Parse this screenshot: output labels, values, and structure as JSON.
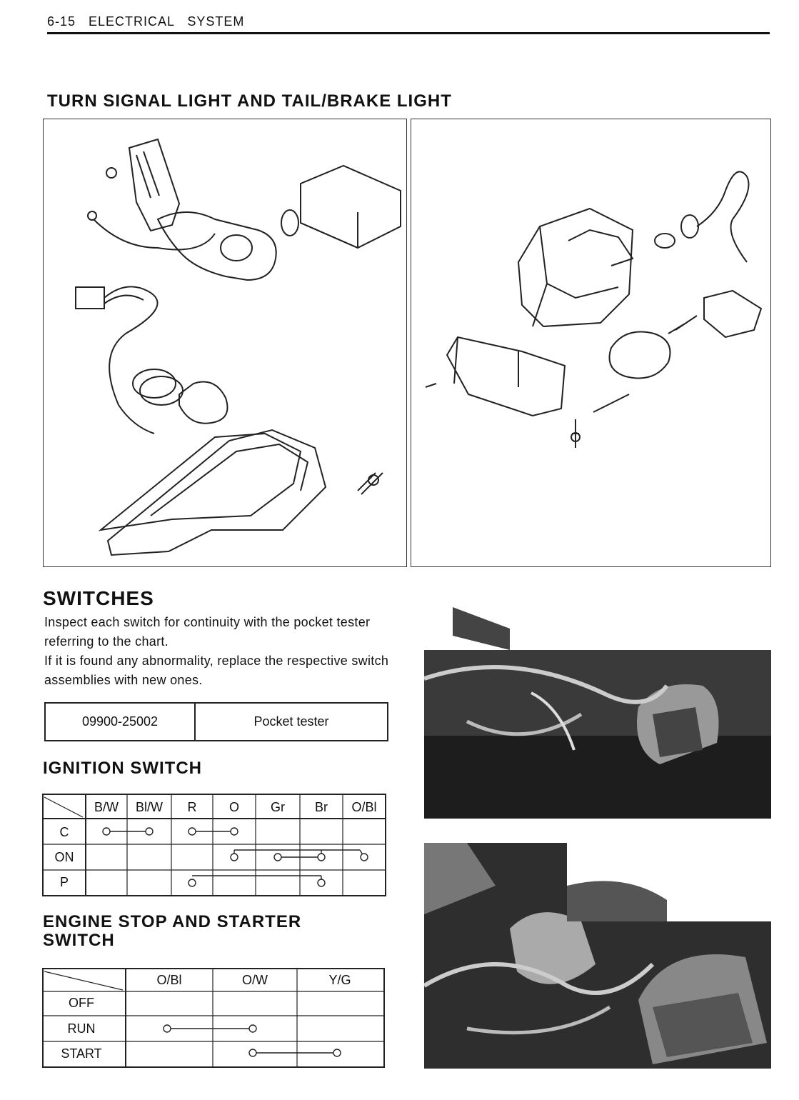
{
  "header": {
    "text": "6-15   ELECTRICAL   SYSTEM"
  },
  "turn_signal_section": {
    "title": "TURN SIGNAL LIGHT AND TAIL/BRAKE LIGHT"
  },
  "switches_section": {
    "title": "SWITCHES",
    "paragraphs": [
      "Inspect each switch for continuity with the pocket tester referring to the chart.",
      "If it is found any abnormality, replace the respective switch assemblies with new ones."
    ],
    "tool": {
      "part_number": "09900-25002",
      "name": "Pocket tester"
    }
  },
  "ignition_switch": {
    "title": "IGNITION SWITCH",
    "columns": [
      "B/W",
      "Bl/W",
      "R",
      "O",
      "Gr",
      "Br",
      "O/Bl"
    ],
    "rows": [
      {
        "label": "C",
        "continuity_groups": [
          [
            "B/W",
            "Bl/W"
          ],
          [
            "R",
            "O"
          ]
        ]
      },
      {
        "label": "ON",
        "continuity_groups": [
          [
            "O",
            "Gr",
            "Br",
            "O/Bl"
          ]
        ]
      },
      {
        "label": "P",
        "continuity_groups": [
          [
            "R",
            "Br"
          ]
        ]
      }
    ]
  },
  "engine_stop_starter_switch": {
    "title": "ENGINE STOP AND STARTER SWITCH",
    "columns": [
      "O/Bl",
      "O/W",
      "Y/G"
    ],
    "rows": [
      {
        "label": "OFF",
        "continuity_groups": []
      },
      {
        "label": "RUN",
        "continuity_groups": [
          [
            "O/Bl",
            "O/W"
          ]
        ]
      },
      {
        "label": "START",
        "continuity_groups": [
          [
            "O/W",
            "Y/G"
          ]
        ]
      }
    ]
  },
  "figures": {
    "left_diagram": "front turn signal light exploded view",
    "right_diagram": "tail/brake light and rear turn signal exploded view",
    "photos": [
      "switch-photo-top",
      "switch-photo-bottom"
    ]
  }
}
